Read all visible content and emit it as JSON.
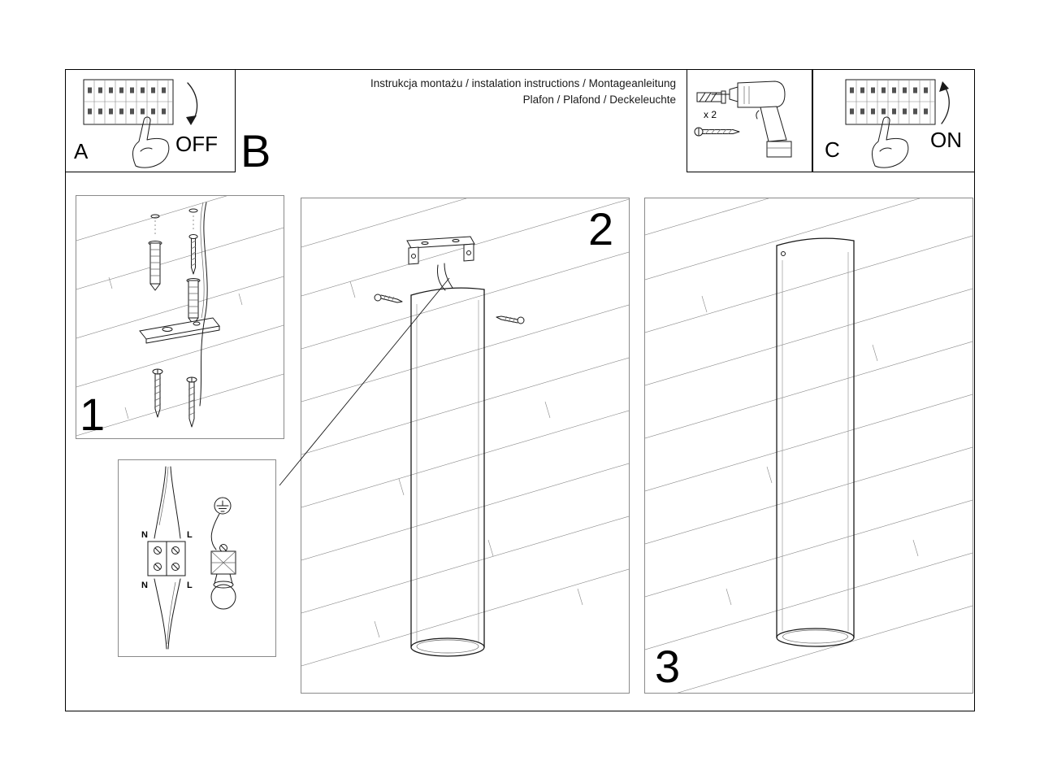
{
  "header": {
    "title_line1": "Instrukcja montażu / instalation instructions / Montageanleitung",
    "title_line2": "Plafon / Plafond / Deckeleuchte",
    "step_a": "A",
    "step_b": "B",
    "step_c": "C",
    "off_label": "OFF",
    "on_label": "ON",
    "screw_count": "x 2"
  },
  "steps": {
    "one": "1",
    "two": "2",
    "three": "3"
  },
  "wiring": {
    "n_top": "N",
    "l_top": "L",
    "n_bottom": "N",
    "l_bottom": "L"
  },
  "colors": {
    "line": "#1a1a1a",
    "plank": "#666666",
    "background": "#ffffff"
  }
}
